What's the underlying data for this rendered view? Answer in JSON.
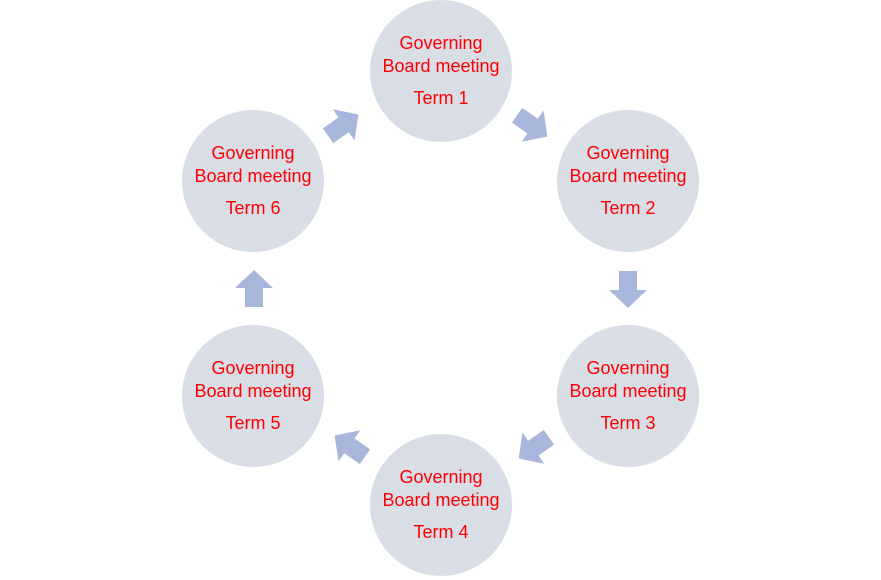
{
  "colors": {
    "node_fill": "#d8dde6",
    "arrow_fill": "#a9b6dc",
    "text": "#ff0000"
  },
  "nodes": [
    {
      "title": "Governing Board meeting",
      "term": "Term 1"
    },
    {
      "title": "Governing Board meeting",
      "term": "Term 2"
    },
    {
      "title": "Governing Board meeting",
      "term": "Term 3"
    },
    {
      "title": "Governing Board meeting",
      "term": "Term 4"
    },
    {
      "title": "Governing Board meeting",
      "term": "Term 5"
    },
    {
      "title": "Governing Board meeting",
      "term": "Term 6"
    }
  ],
  "flow": [
    {
      "from": "Term 1",
      "to": "Term 2"
    },
    {
      "from": "Term 2",
      "to": "Term 3"
    },
    {
      "from": "Term 3",
      "to": "Term 4"
    },
    {
      "from": "Term 4",
      "to": "Term 5"
    },
    {
      "from": "Term 5",
      "to": "Term 6"
    },
    {
      "from": "Term 6",
      "to": "Term 1"
    }
  ],
  "arrow_icon": "block-arrow-icon"
}
